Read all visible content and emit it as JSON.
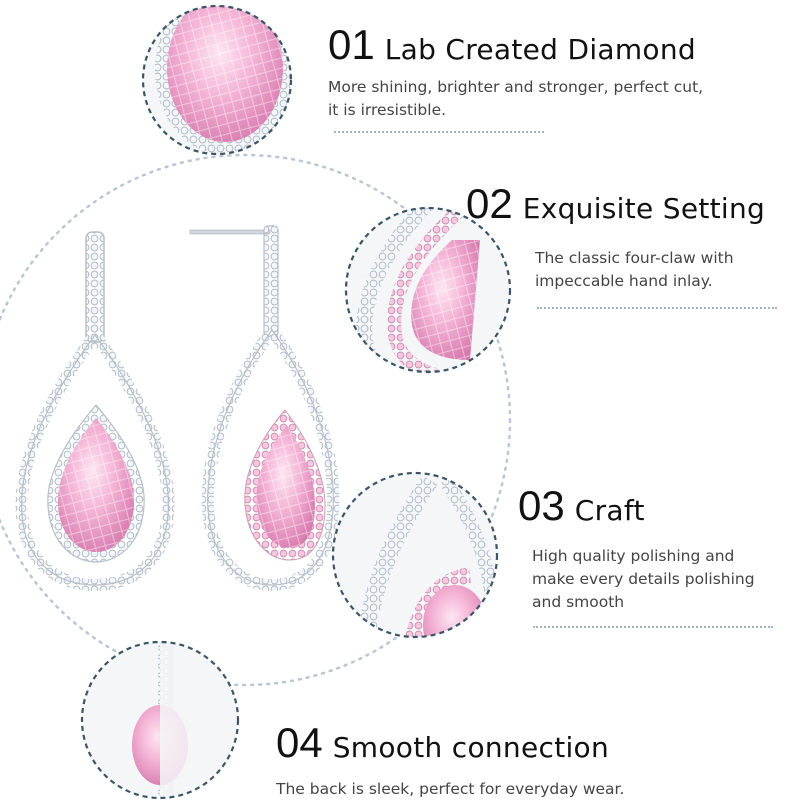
{
  "features": [
    {
      "number": "01",
      "heading": "Lab Created Diamond",
      "description_lines": [
        "More shining, brighter and stronger, perfect cut,",
        "it is irresistible."
      ]
    },
    {
      "number": "02",
      "heading": "Exquisite Setting",
      "description_lines": [
        "The classic four-claw with",
        "impeccable hand inlay."
      ]
    },
    {
      "number": "03",
      "heading": "Craft",
      "description_lines": [
        "High quality polishing and",
        "make every details polishing",
        "and smooth"
      ]
    },
    {
      "number": "04",
      "heading": "Smooth connection",
      "description_lines": [
        "The back is sleek, perfect for everyday wear."
      ]
    }
  ],
  "colors": {
    "gem_pink": "#f2a9cf",
    "gem_pink_dark": "#d97bb0",
    "silver": "#c9cfd6",
    "stone_white": "#eef4f9",
    "dashed_circle": "#3c5566",
    "dotted_arc": "#b8c7d3"
  }
}
